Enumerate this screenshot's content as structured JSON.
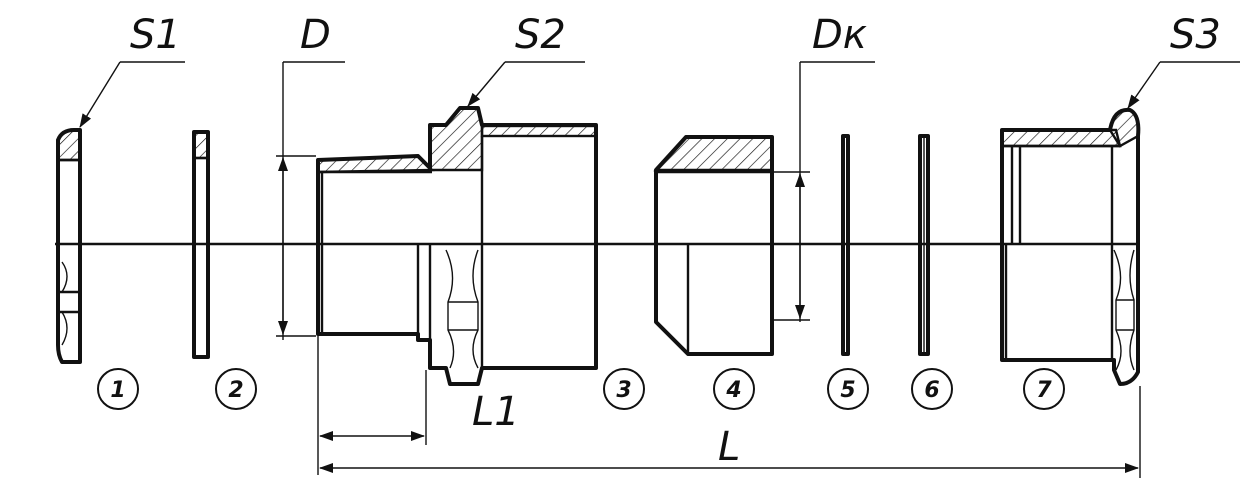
{
  "labels": {
    "s1": "S1",
    "s2": "S2",
    "s3": "S3",
    "d": "D",
    "dk": "Dк",
    "l1": "L1",
    "l": "L"
  },
  "parts": [
    "1",
    "2",
    "3",
    "4",
    "5",
    "6",
    "7"
  ]
}
